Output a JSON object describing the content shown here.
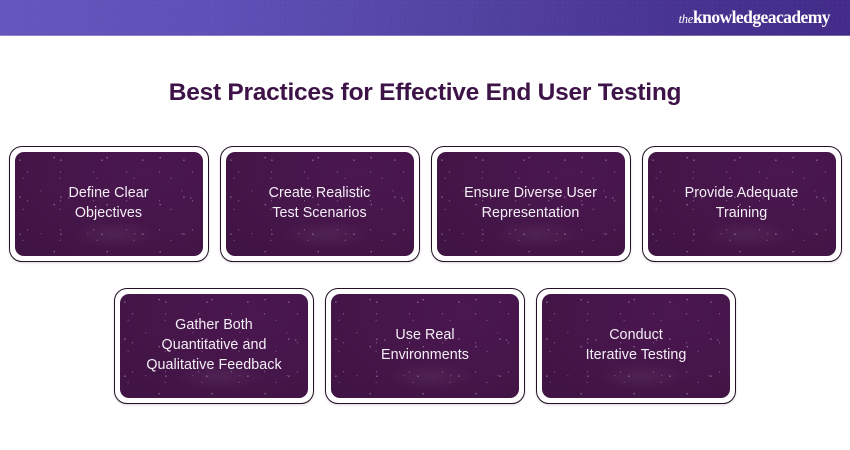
{
  "header": {
    "brand_the": "the",
    "brand_name": "knowledgeacademy",
    "bar_gradient_start": "#6456bd",
    "bar_gradient_end": "#432c89"
  },
  "title": {
    "text": "Best Practices for Effective End User Testing",
    "color": "#3d1348"
  },
  "theme": {
    "card_fill": "#45164a",
    "card_border": "#221024",
    "card_text": "#f4eef6",
    "page_background": "#ffffff"
  },
  "cards": {
    "row_one": [
      {
        "label": "Define Clear\nObjectives"
      },
      {
        "label": "Create Realistic\nTest Scenarios"
      },
      {
        "label": "Ensure Diverse User\nRepresentation"
      },
      {
        "label": "Provide Adequate\nTraining"
      }
    ],
    "row_two": [
      {
        "label": "Gather Both\nQuantitative and\nQualitative Feedback"
      },
      {
        "label": "Use Real\nEnvironments"
      },
      {
        "label": "Conduct\nIterative Testing"
      }
    ]
  }
}
